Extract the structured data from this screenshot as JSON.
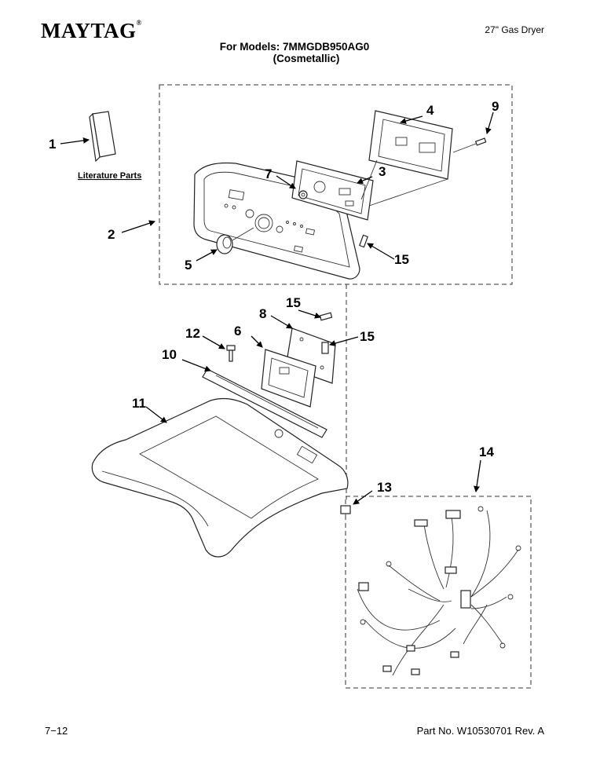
{
  "header": {
    "brand": "MAYTAG",
    "product_type": "27\" Gas Dryer",
    "models_line": "For Models: 7MMGDB950AG0",
    "variant_line": "(Cosmetallic)"
  },
  "diagram": {
    "literature_label": "Literature Parts",
    "callouts": {
      "c1": "1",
      "c2": "2",
      "c3": "3",
      "c4": "4",
      "c5": "5",
      "c6": "6",
      "c7": "7",
      "c8": "8",
      "c9": "9",
      "c10": "10",
      "c11": "11",
      "c12": "12",
      "c13": "13",
      "c14": "14",
      "c15a": "15",
      "c15b": "15",
      "c15c": "15"
    }
  },
  "footer": {
    "page_number": "7−12",
    "part_number": "Part No. W10530701 Rev. A"
  }
}
